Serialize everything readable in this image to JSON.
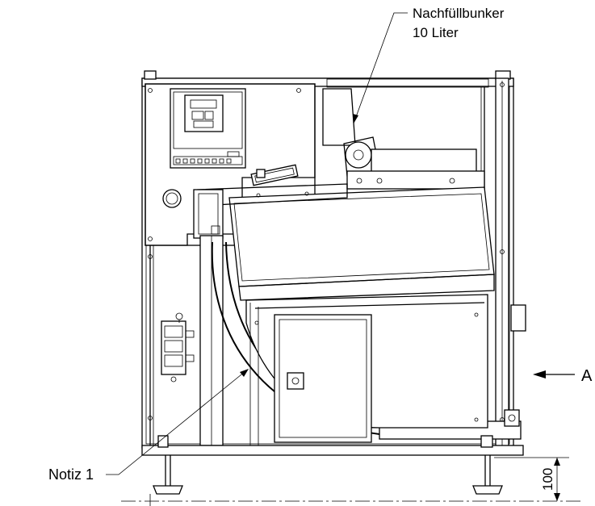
{
  "labels": {
    "hopper_line1": "Nachfüllbunker",
    "hopper_line2": "10 Liter",
    "view_arrow": "A",
    "note": "Notiz 1",
    "dimension": "100"
  }
}
